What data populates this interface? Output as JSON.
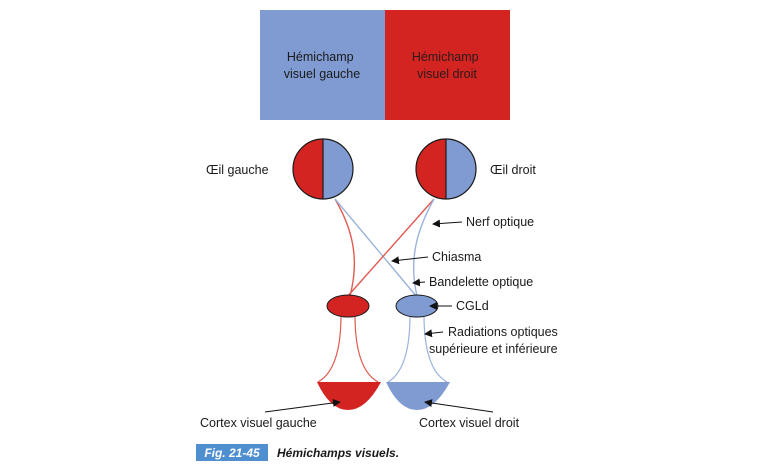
{
  "colors": {
    "left_field": "#7f9bd2",
    "right_field": "#d42421",
    "red_pathway": "#e25a52",
    "blue_pathway": "#9bb3dd",
    "badge": "#4f8fd0"
  },
  "fields": {
    "left": "Hémichamp visuel gauche",
    "left_lines": [
      "Hémichamp",
      "visuel gauche"
    ],
    "right": "Hémichamp visuel droit",
    "right_lines": [
      "Hémichamp",
      "visuel droit"
    ]
  },
  "labels": {
    "left_eye": "Œil gauche",
    "right_eye": "Œil droit",
    "optic_nerve": "Nerf optique",
    "chiasma": "Chiasma",
    "optic_tract": "Bandelette optique",
    "lgn": "CGLd",
    "radiations_line1": "Radiations optiques",
    "radiations_line2": "supérieure et inférieure",
    "left_cortex": "Cortex visuel gauche",
    "right_cortex": "Cortex visuel droit"
  },
  "caption": {
    "fig_number": "Fig. 21-45",
    "title": "Hémichamps visuels."
  }
}
